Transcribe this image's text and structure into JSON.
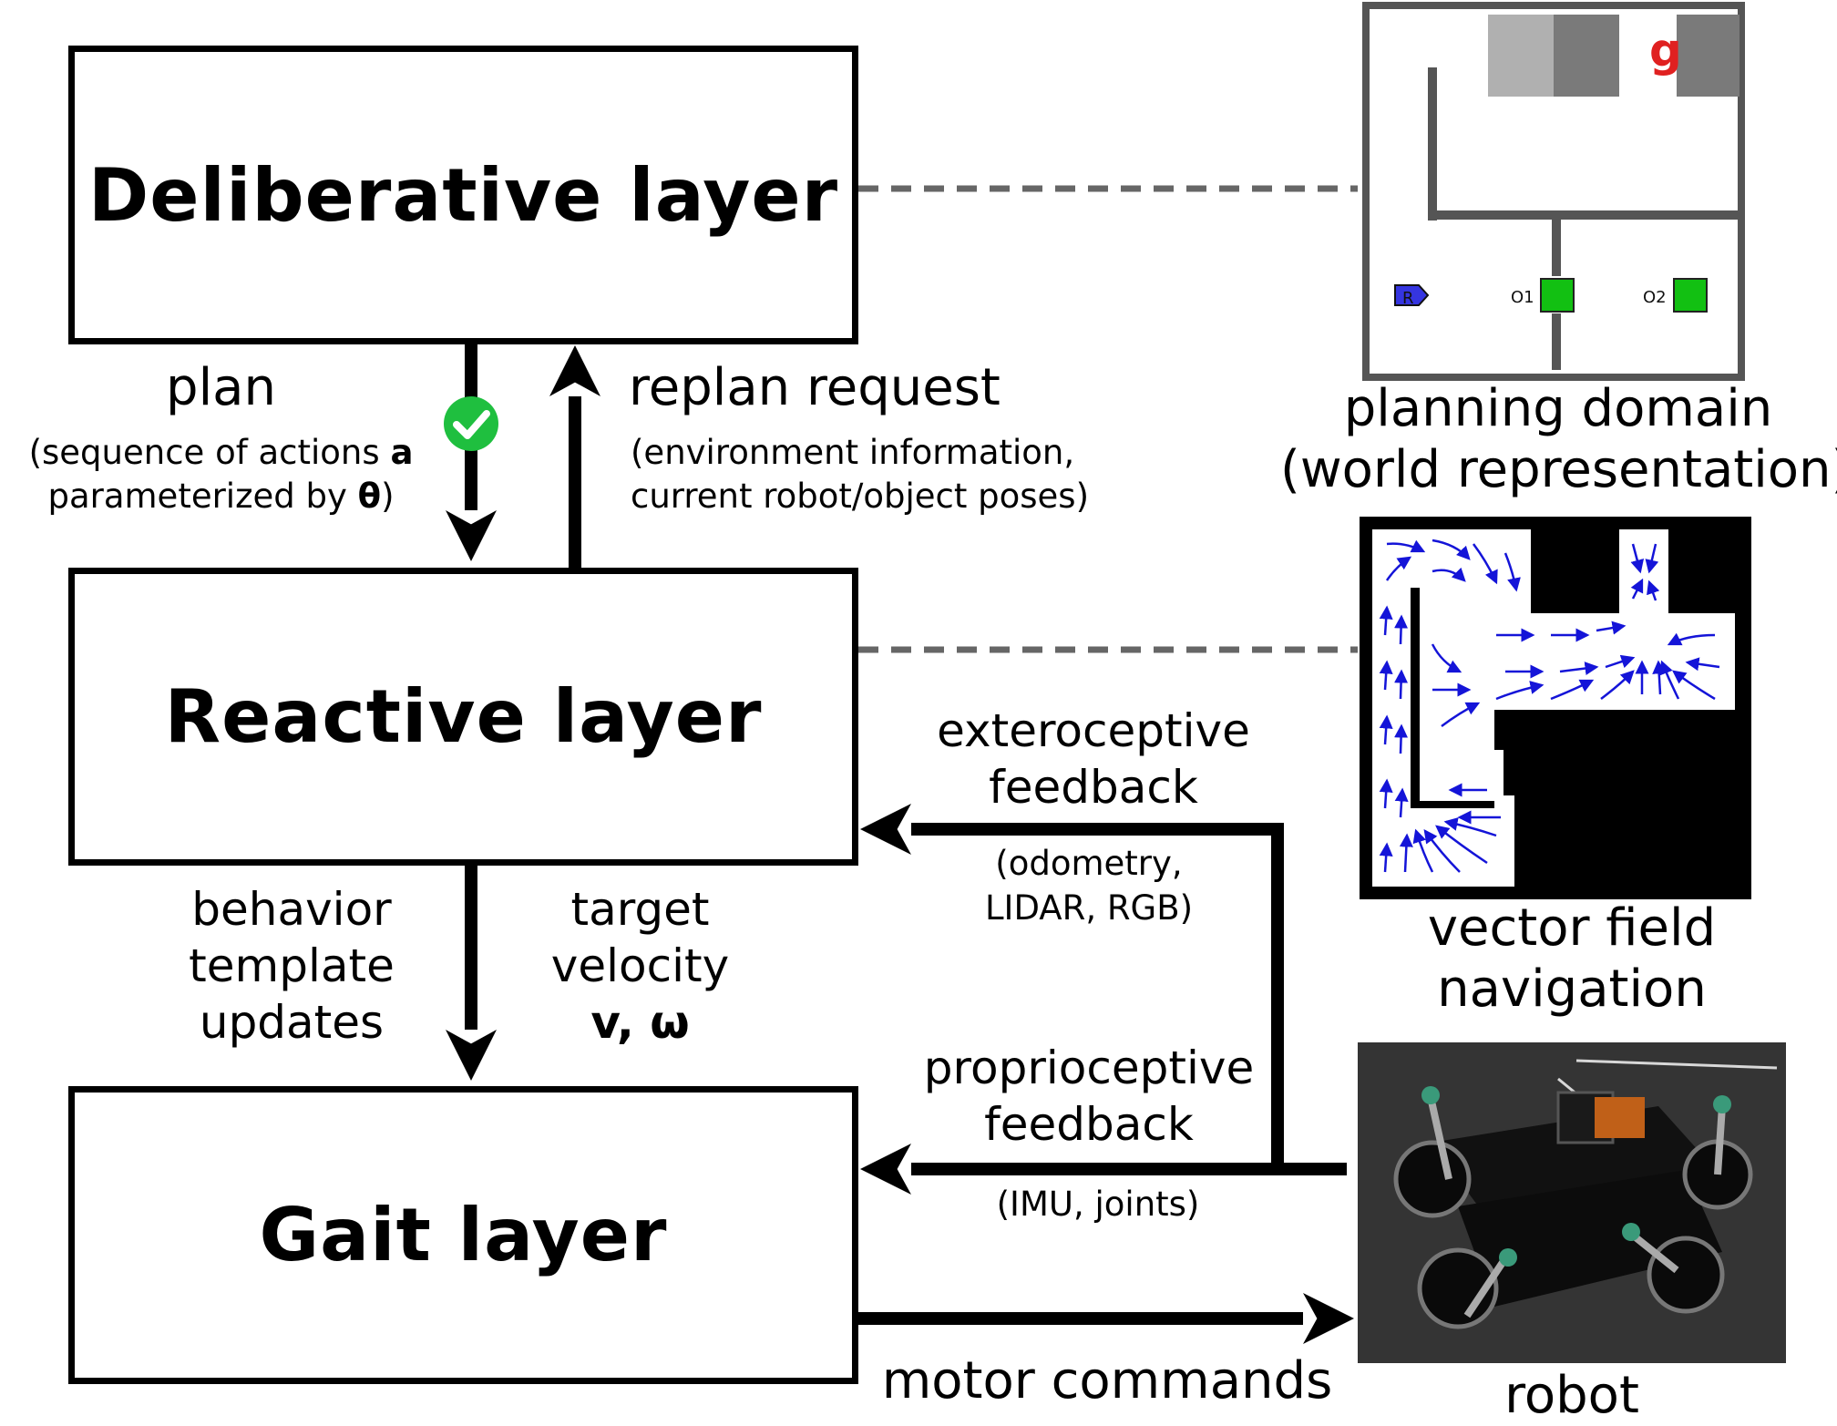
{
  "layers": {
    "deliberative": "Deliberative layer",
    "reactive": "Reactive layer",
    "gait": "Gait layer"
  },
  "labels": {
    "plan": "plan",
    "plan_detail_1_prefix": "(sequence of actions ",
    "plan_detail_1_bold": "a",
    "plan_detail_2_prefix": "parameterized by ",
    "plan_detail_2_bold": "θ",
    "plan_detail_2_suffix": ")",
    "replan": "replan request",
    "replan_detail_1": "(environment information,",
    "replan_detail_2": "current robot/object poses)",
    "behavior_1": "behavior",
    "behavior_2": "template",
    "behavior_3": "updates",
    "target_1": "target",
    "target_2": "velocity",
    "target_3": "v, ω",
    "extero_1": "exteroceptive",
    "extero_2": "feedback",
    "extero_detail_1": "(odometry,",
    "extero_detail_2": "LIDAR, RGB)",
    "proprio_1": "proprioceptive",
    "proprio_2": "feedback",
    "proprio_detail": "(IMU, joints)",
    "motor": "motor commands"
  },
  "panels": {
    "planning_1": "planning domain",
    "planning_2": "(world representation)",
    "vector_1": "vector field",
    "vector_2": "navigation",
    "robot": "robot"
  },
  "planning_map": {
    "goal": "g",
    "robot": "R",
    "object1": "O1",
    "object2": "O2"
  },
  "colors": {
    "goal": "#e02020",
    "robot_marker": "#3535e0",
    "objects": "#12c012",
    "arrows": "#1414d8",
    "check": "#1fbf3f",
    "dashed": "#666666",
    "wall": "#555555"
  }
}
